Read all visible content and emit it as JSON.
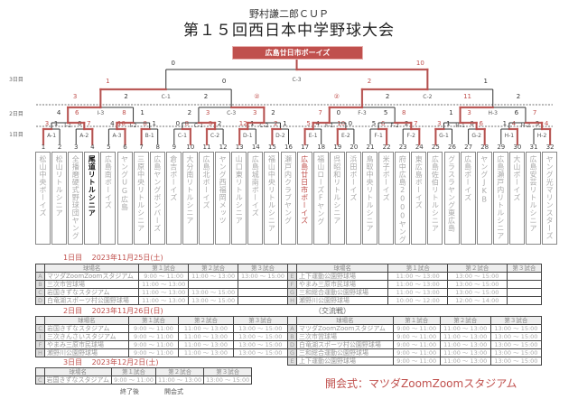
{
  "header": {
    "subtitle": "野村謙二郎ＣＵＰ",
    "title": "第１５回西日本中学野球大会",
    "champion": "広島廿日市ボーイズ"
  },
  "colors": {
    "win": "#c0504d",
    "line": "#333333"
  },
  "day_labels": {
    "day3": "3日目",
    "day2": "2日目",
    "day1": "1日目"
  },
  "teams": [
    "松山中央ボーイズ",
    "松山リトルシニア",
    "全播磨硬式野球団ヤング",
    "尾道リトルシニア",
    "広島南ボーイズ",
    "ヤングUG広島",
    "三原中央リトルシニア",
    "広島ヤングボンバーズ",
    "倉吉ボーイズ",
    "大分南リトルシニア",
    "広島北ボーイズ",
    "ヤング西福岡メッツ",
    "山口東リトルシニア",
    "広島城南ボーイズ",
    "福山中央リトルシニア",
    "瀬戸内クラブヤング",
    "広島廿日市ボーイズ",
    "福山ローズFヤング",
    "呉昭和リトルシニア",
    "浜田ボーイズ",
    "鳥取中央リトルシニア",
    "米子ボーイズ",
    "府中広島2000ヤング",
    "東広島ボーイズ",
    "広島佐伯リトルシニア",
    "グラスラヤング東広島",
    "広島ボーイズ",
    "ヤングJKB",
    "広島瀬戸内リトルシニア",
    "大山ボーイズ",
    "広島安芸リトルシニア",
    "ヤング光マリンスターズ"
  ],
  "team_numbers": [
    "1",
    "2",
    "3",
    "4",
    "5",
    "6",
    "7",
    "8",
    "9",
    "10",
    "11",
    "12",
    "13",
    "14",
    "15",
    "16",
    "17",
    "18",
    "19",
    "20",
    "21",
    "22",
    "23",
    "24",
    "25",
    "26",
    "27",
    "28",
    "29",
    "30",
    "31",
    "32"
  ],
  "rounds": [
    [
      {
        "label": "A-1",
        "scores": [
          "3",
          "1"
        ],
        "winner": "l"
      },
      {
        "label": "A-2",
        "scores": [
          "0",
          "7"
        ],
        "winner": "r"
      },
      {
        "label": "A-3",
        "scores": [
          "4",
          "10"
        ],
        "winner": "r"
      },
      {
        "label": "B-1",
        "scores": [
          "8",
          "1"
        ],
        "winner": "l"
      },
      {
        "label": "C-1",
        "scores": [
          "0",
          "8"
        ],
        "winner": "r"
      },
      {
        "label": "C-2",
        "scores": [
          "3",
          "2"
        ],
        "winner": "l"
      },
      {
        "label": "D-1",
        "scores": [
          "12",
          "1"
        ],
        "winner": "l"
      },
      {
        "label": "D-2",
        "scores": [
          "2",
          "1"
        ],
        "winner": "l"
      },
      {
        "label": "E-1",
        "scores": [
          "5",
          "4"
        ],
        "winner": "l"
      },
      {
        "label": "E-2",
        "scores": [
          "10",
          "0"
        ],
        "winner": "l"
      },
      {
        "label": "F-1",
        "scores": [
          "5",
          "6"
        ],
        "winner": "r"
      },
      {
        "label": "F-2",
        "scores": [
          "2",
          "7"
        ],
        "winner": "r"
      },
      {
        "label": "G-1",
        "scores": [
          "3",
          "1"
        ],
        "winner": "l"
      },
      {
        "label": "G-2",
        "scores": [
          "0",
          "6"
        ],
        "winner": "r"
      },
      {
        "label": "H-1",
        "scores": [
          "1",
          "4"
        ],
        "winner": "r"
      },
      {
        "label": "H-2",
        "scores": [
          "3",
          "4"
        ],
        "winner": "r"
      }
    ],
    [
      {
        "label": "I-1",
        "scores": [
          "4",
          "6"
        ],
        "winner": "r"
      },
      {
        "label": "I-2",
        "scores": [
          "8",
          "1"
        ],
        "winner": "l"
      },
      {
        "label": "C-1",
        "scores": [
          "2",
          "3"
        ],
        "winner": "r"
      },
      {
        "label": "C-2",
        "scores": [
          "3",
          "2"
        ],
        "winner": "l"
      },
      {
        "label": "F-1",
        "scores": [
          "7",
          "0"
        ],
        "winner": "l"
      },
      {
        "label": "F-2",
        "scores": [
          "5",
          "8"
        ],
        "winner": "r"
      },
      {
        "label": "H-1",
        "scores": [
          "1",
          "3"
        ],
        "winner": "r"
      },
      {
        "label": "H-2",
        "scores": [
          "6",
          "7"
        ],
        "winner": "r"
      }
    ],
    [
      {
        "label": "I-3",
        "scores": [
          "3",
          "2"
        ],
        "winner": "l"
      },
      {
        "label": "C-3",
        "scores": [
          "2",
          "②"
        ],
        "winner": "r"
      },
      {
        "label": "F-3",
        "scores": [
          "②",
          "2"
        ],
        "winner": "l"
      },
      {
        "label": "H-3",
        "scores": [
          "11",
          "2"
        ],
        "winner": "l"
      }
    ],
    [
      {
        "label": "C-1",
        "scores": [
          "1",
          "0"
        ],
        "winner": "l"
      },
      {
        "label": "C-2",
        "scores": [
          "2",
          "1"
        ],
        "winner": "l"
      }
    ],
    [
      {
        "label": "C-3",
        "scores": [
          "0",
          "10"
        ],
        "winner": "r"
      }
    ]
  ],
  "schedule": {
    "headers": [
      "球場名",
      "第１試合",
      "第２試合",
      "第３試合"
    ],
    "day1": {
      "title": "1日目　 2023年11月25日(土)",
      "left": [
        [
          "A",
          "マツダZoomZoomスタジアム",
          "9:00 ～ 11:00",
          "11:00 ～ 13:00",
          "13:00 ～ 15:00"
        ],
        [
          "B",
          "三次市営球場",
          "11:00 ～ 13:00",
          "",
          ""
        ],
        [
          "C",
          "岩国きずなスタジアム",
          "11:00 ～ 13:00",
          "13:00 ～ 15:00",
          ""
        ],
        [
          "D",
          "白竜湖スポーツ村公園野球場",
          "11:00 ～ 13:00",
          "13:00 ～ 15:00",
          ""
        ]
      ],
      "right": [
        [
          "E",
          "上下運動公園野球場",
          "11:00 ～ 13:00",
          "13:00 ～ 15:00",
          ""
        ],
        [
          "F",
          "やまみ三原市民球場",
          "11:00 ～ 13:00",
          "13:00 ～ 15:00",
          ""
        ],
        [
          "G",
          "三和総合運動公園野球場",
          "11:00 ～ 13:00",
          "13:00 ～ 15:00",
          ""
        ],
        [
          "H",
          "瀬野川公園野球場",
          "10:00 ～ 12:00",
          "12:00 ～ 14:00",
          ""
        ]
      ]
    },
    "day2": {
      "title": "2日目　 2023年11月26日(日)",
      "right_title": "（交流戦）",
      "left": [
        [
          "C",
          "岩国きずなスタジアム",
          "9:00 ～ 11:00",
          "11:00 ～ 13:00",
          "13:00 ～ 15:00"
        ],
        [
          "I",
          "三次きんさいスタジアム",
          "9:00 ～ 11:00",
          "11:00 ～ 13:00",
          "13:00 ～ 15:00"
        ],
        [
          "F",
          "やまみ三原市民球場",
          "9:00 ～ 11:00",
          "11:00 ～ 13:00",
          "13:00 ～ 15:00"
        ],
        [
          "H",
          "瀬野川公園野球場",
          "9:00 ～ 11:00",
          "11:00 ～ 13:00",
          "13:00 ～ 15:00"
        ]
      ],
      "right": [
        [
          "A",
          "マツダZoomZoomスタジアム",
          "9:00 ～ 11:00",
          "11:00 ～ 13:00",
          "13:00 ～ 15:00"
        ],
        [
          "B",
          "三次市営球場",
          "9:00 ～ 11:00",
          "11:00 ～ 13:00",
          "13:00 ～ 15:00"
        ],
        [
          "D",
          "白竜湖スポーツ村公園野球場",
          "9:00 ～ 11:00",
          "11:00 ～ 13:00",
          "13:00 ～ 15:00"
        ],
        [
          "G",
          "三和総合運動公園野球場",
          "9:00 ～ 11:00",
          "11:00 ～ 13:00",
          "13:00 ～ 15:00"
        ],
        [
          "E",
          "上下運動公園野球場",
          "9:00 ～ 11:00",
          "11:00 ～ 13:00",
          "13:00 ～ 15:00"
        ]
      ]
    },
    "day3": {
      "title": "3日目　 2023年12月2日(土)",
      "left": [
        [
          "C",
          "岩国きずなスタジアム",
          "9:00 ～ 11:00",
          "11:00 ～ 13:00",
          "13:00 ～ 15:00"
        ]
      ],
      "after": "終了後",
      "after_event": "開会式"
    }
  },
  "opening": "開会式：マツダZoomZoomスタジアム"
}
